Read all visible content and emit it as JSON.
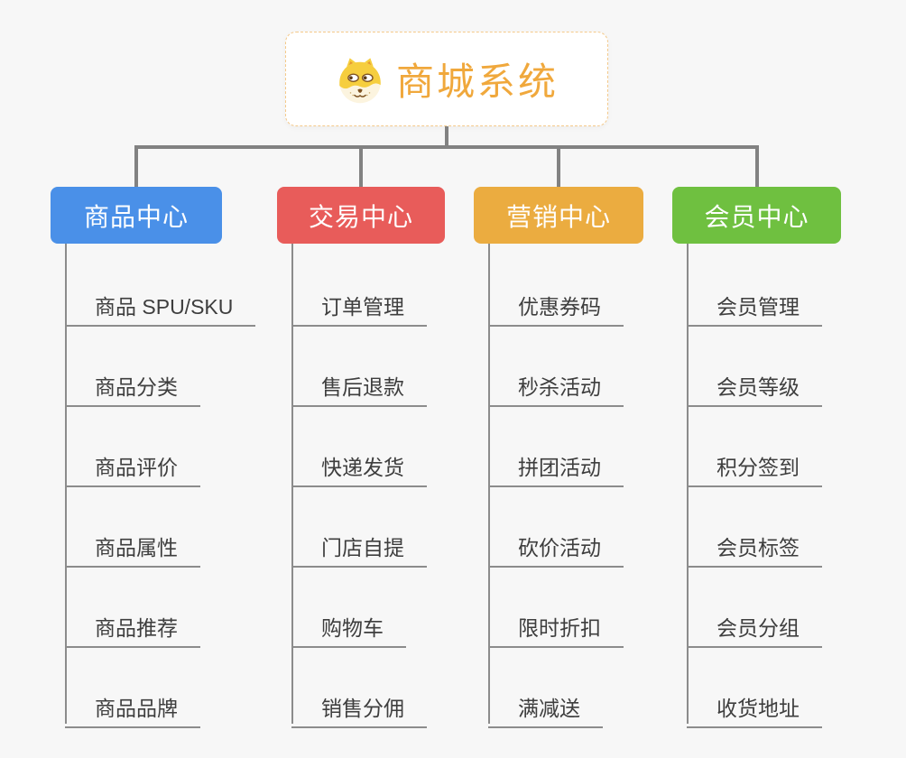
{
  "root": {
    "title": "商城系统",
    "icon": "dog-face-icon"
  },
  "branches": [
    {
      "label": "商品中心",
      "color": "#4A90E8",
      "items": [
        "商品 SPU/SKU",
        "商品分类",
        "商品评价",
        "商品属性",
        "商品推荐",
        "商品品牌"
      ]
    },
    {
      "label": "交易中心",
      "color": "#E85C5A",
      "items": [
        "订单管理",
        "售后退款",
        "快递发货",
        "门店自提",
        "购物车",
        "销售分佣"
      ]
    },
    {
      "label": "营销中心",
      "color": "#EBAC40",
      "items": [
        "优惠券码",
        "秒杀活动",
        "拼团活动",
        "砍价活动",
        "限时折扣",
        "满减送"
      ]
    },
    {
      "label": "会员中心",
      "color": "#6FC040",
      "items": [
        "会员管理",
        "会员等级",
        "积分签到",
        "会员标签",
        "会员分组",
        "收货地址"
      ]
    }
  ],
  "colors": {
    "background": "#F7F7F7",
    "connector": "#828282",
    "leaf_line": "#8C8C8C",
    "leaf_text": "#3E3E3E",
    "root_text": "#F0A83C",
    "root_border": "#F4C98A"
  }
}
